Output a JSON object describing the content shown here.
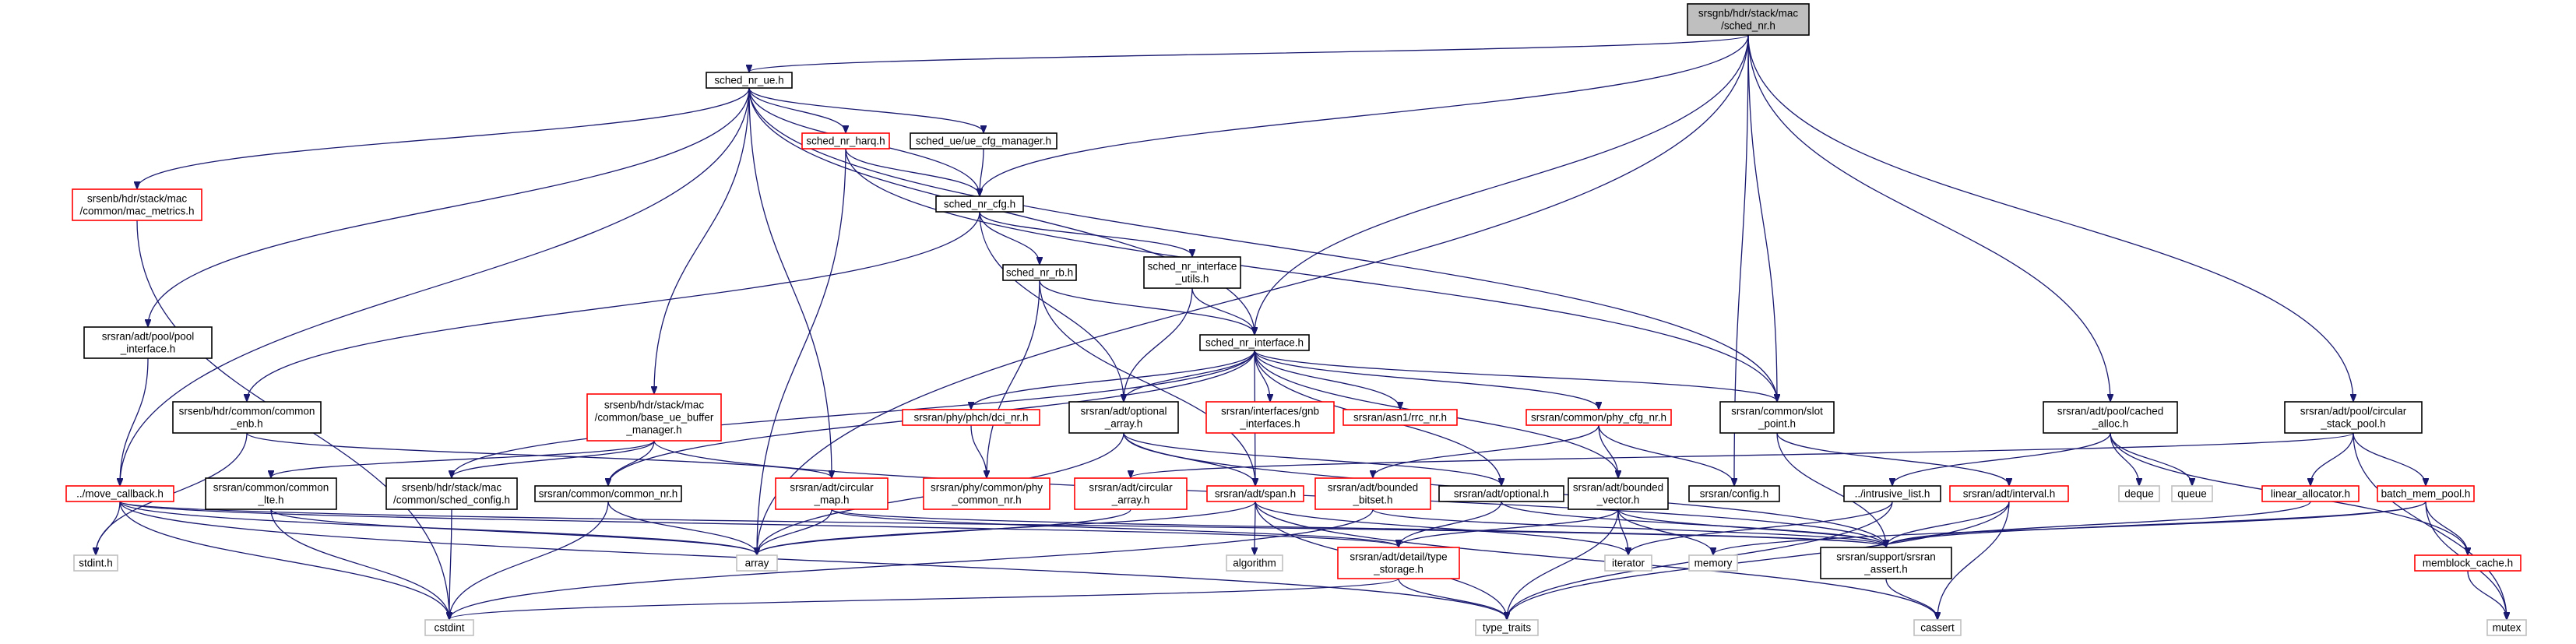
{
  "nodes": [
    {
      "id": "root",
      "lines": [
        "srsgnb/hdr/stack/mac",
        "/sched_nr.h"
      ],
      "style": "root"
    },
    {
      "id": "sched_nr_ue",
      "lines": [
        "sched_nr_ue.h"
      ],
      "style": "normal"
    },
    {
      "id": "mac_metrics",
      "lines": [
        "srsenb/hdr/stack/mac",
        "/common/mac_metrics.h"
      ],
      "style": "red"
    },
    {
      "id": "sched_nr_harq",
      "lines": [
        "sched_nr_harq.h"
      ],
      "style": "red"
    },
    {
      "id": "ue_cfg_manager",
      "lines": [
        "sched_ue/ue_cfg_manager.h"
      ],
      "style": "normal"
    },
    {
      "id": "sched_nr_cfg",
      "lines": [
        "sched_nr_cfg.h"
      ],
      "style": "normal"
    },
    {
      "id": "sched_nr_rb",
      "lines": [
        "sched_nr_rb.h"
      ],
      "style": "normal"
    },
    {
      "id": "sched_nr_interface_utils",
      "lines": [
        "sched_nr_interface",
        "_utils.h"
      ],
      "style": "normal"
    },
    {
      "id": "pool_interface",
      "lines": [
        "srsran/adt/pool/pool",
        "_interface.h"
      ],
      "style": "normal"
    },
    {
      "id": "sched_nr_interface",
      "lines": [
        "sched_nr_interface.h"
      ],
      "style": "normal"
    },
    {
      "id": "common_enb",
      "lines": [
        "srsenb/hdr/common/common",
        "_enb.h"
      ],
      "style": "normal"
    },
    {
      "id": "base_ue_buffer_manager",
      "lines": [
        "srsenb/hdr/stack/mac",
        "/common/base_ue_buffer",
        "_manager.h"
      ],
      "style": "red"
    },
    {
      "id": "dci_nr",
      "lines": [
        "srsran/phy/phch/dci_nr.h"
      ],
      "style": "red"
    },
    {
      "id": "optional_array",
      "lines": [
        "srsran/adt/optional",
        "_array.h"
      ],
      "style": "normal"
    },
    {
      "id": "gnb_interfaces",
      "lines": [
        "srsran/interfaces/gnb",
        "_interfaces.h"
      ],
      "style": "red"
    },
    {
      "id": "rrc_nr",
      "lines": [
        "srsran/asn1/rrc_nr.h"
      ],
      "style": "red"
    },
    {
      "id": "phy_cfg_nr",
      "lines": [
        "srsran/common/phy_cfg_nr.h"
      ],
      "style": "red"
    },
    {
      "id": "slot_point",
      "lines": [
        "srsran/common/slot",
        "_point.h"
      ],
      "style": "normal"
    },
    {
      "id": "cached_alloc",
      "lines": [
        "srsran/adt/pool/cached",
        "_alloc.h"
      ],
      "style": "normal"
    },
    {
      "id": "circular_stack_pool",
      "lines": [
        "srsran/adt/pool/circular",
        "_stack_pool.h"
      ],
      "style": "normal"
    },
    {
      "id": "move_callback",
      "lines": [
        "../move_callback.h"
      ],
      "style": "red"
    },
    {
      "id": "common_lte",
      "lines": [
        "srsran/common/common",
        "_lte.h"
      ],
      "style": "normal"
    },
    {
      "id": "sched_config",
      "lines": [
        "srsenb/hdr/stack/mac",
        "/common/sched_config.h"
      ],
      "style": "normal"
    },
    {
      "id": "common_nr",
      "lines": [
        "srsran/common/common_nr.h"
      ],
      "style": "normal"
    },
    {
      "id": "circular_map",
      "lines": [
        "srsran/adt/circular",
        "_map.h"
      ],
      "style": "red"
    },
    {
      "id": "phy_common_nr",
      "lines": [
        "srsran/phy/common/phy",
        "_common_nr.h"
      ],
      "style": "red"
    },
    {
      "id": "circular_array",
      "lines": [
        "srsran/adt/circular",
        "_array.h"
      ],
      "style": "red"
    },
    {
      "id": "span",
      "lines": [
        "srsran/adt/span.h"
      ],
      "style": "red"
    },
    {
      "id": "bounded_bitset",
      "lines": [
        "srsran/adt/bounded",
        "_bitset.h"
      ],
      "style": "red"
    },
    {
      "id": "optional",
      "lines": [
        "srsran/adt/optional.h"
      ],
      "style": "normal"
    },
    {
      "id": "bounded_vector",
      "lines": [
        "srsran/adt/bounded",
        "_vector.h"
      ],
      "style": "normal"
    },
    {
      "id": "config",
      "lines": [
        "srsran/config.h"
      ],
      "style": "normal"
    },
    {
      "id": "intrusive_list",
      "lines": [
        "../intrusive_list.h"
      ],
      "style": "normal"
    },
    {
      "id": "interval",
      "lines": [
        "srsran/adt/interval.h"
      ],
      "style": "red"
    },
    {
      "id": "deque",
      "lines": [
        "deque"
      ],
      "style": "gray"
    },
    {
      "id": "queue",
      "lines": [
        "queue"
      ],
      "style": "gray"
    },
    {
      "id": "linear_allocator",
      "lines": [
        "linear_allocator.h"
      ],
      "style": "red"
    },
    {
      "id": "batch_mem_pool",
      "lines": [
        "batch_mem_pool.h"
      ],
      "style": "red"
    },
    {
      "id": "stdint",
      "lines": [
        "stdint.h"
      ],
      "style": "gray"
    },
    {
      "id": "array",
      "lines": [
        "array"
      ],
      "style": "gray"
    },
    {
      "id": "algorithm",
      "lines": [
        "algorithm"
      ],
      "style": "gray"
    },
    {
      "id": "type_storage",
      "lines": [
        "srsran/adt/detail/type",
        "_storage.h"
      ],
      "style": "red"
    },
    {
      "id": "iterator",
      "lines": [
        "iterator"
      ],
      "style": "gray"
    },
    {
      "id": "srsran_assert",
      "lines": [
        "srsran/support/srsran",
        "_assert.h"
      ],
      "style": "normal"
    },
    {
      "id": "memory",
      "lines": [
        "memory"
      ],
      "style": "gray"
    },
    {
      "id": "memblock_cache",
      "lines": [
        "memblock_cache.h"
      ],
      "style": "red"
    },
    {
      "id": "cstdint",
      "lines": [
        "cstdint"
      ],
      "style": "gray"
    },
    {
      "id": "type_traits",
      "lines": [
        "type_traits"
      ],
      "style": "gray"
    },
    {
      "id": "cassert",
      "lines": [
        "cassert"
      ],
      "style": "gray"
    },
    {
      "id": "mutex",
      "lines": [
        "mutex"
      ],
      "style": "gray"
    }
  ],
  "edges": [
    [
      "root",
      "sched_nr_ue"
    ],
    [
      "root",
      "array"
    ],
    [
      "root",
      "sched_nr_cfg"
    ],
    [
      "root",
      "sched_nr_interface"
    ],
    [
      "root",
      "slot_point"
    ],
    [
      "root",
      "config"
    ],
    [
      "root",
      "cached_alloc"
    ],
    [
      "root",
      "circular_stack_pool"
    ],
    [
      "sched_nr_ue",
      "mac_metrics"
    ],
    [
      "sched_nr_ue",
      "sched_nr_harq"
    ],
    [
      "sched_nr_ue",
      "ue_cfg_manager"
    ],
    [
      "sched_nr_ue",
      "sched_nr_cfg"
    ],
    [
      "sched_nr_ue",
      "pool_interface"
    ],
    [
      "sched_nr_ue",
      "sched_nr_interface"
    ],
    [
      "sched_nr_ue",
      "base_ue_buffer_manager"
    ],
    [
      "sched_nr_ue",
      "move_callback"
    ],
    [
      "sched_nr_ue",
      "circular_map"
    ],
    [
      "sched_nr_ue",
      "slot_point"
    ],
    [
      "mac_metrics",
      "cstdint"
    ],
    [
      "sched_nr_harq",
      "sched_nr_cfg"
    ],
    [
      "sched_nr_harq",
      "array"
    ],
    [
      "sched_nr_harq",
      "slot_point"
    ],
    [
      "ue_cfg_manager",
      "sched_nr_cfg"
    ],
    [
      "sched_nr_cfg",
      "sched_nr_rb"
    ],
    [
      "sched_nr_cfg",
      "sched_nr_interface_utils"
    ],
    [
      "sched_nr_cfg",
      "common_enb"
    ],
    [
      "sched_nr_cfg",
      "optional_array"
    ],
    [
      "sched_nr_rb",
      "sched_nr_interface"
    ],
    [
      "sched_nr_rb",
      "phy_common_nr"
    ],
    [
      "sched_nr_rb",
      "span"
    ],
    [
      "sched_nr_interface_utils",
      "sched_nr_interface"
    ],
    [
      "sched_nr_interface_utils",
      "optional_array"
    ],
    [
      "pool_interface",
      "move_callback"
    ],
    [
      "sched_nr_interface",
      "dci_nr"
    ],
    [
      "sched_nr_interface",
      "optional_array"
    ],
    [
      "sched_nr_interface",
      "gnb_interfaces"
    ],
    [
      "sched_nr_interface",
      "rrc_nr"
    ],
    [
      "sched_nr_interface",
      "phy_cfg_nr"
    ],
    [
      "sched_nr_interface",
      "slot_point"
    ],
    [
      "sched_nr_interface",
      "sched_config"
    ],
    [
      "sched_nr_interface",
      "common_nr"
    ],
    [
      "sched_nr_interface",
      "span"
    ],
    [
      "sched_nr_interface",
      "optional"
    ],
    [
      "sched_nr_interface",
      "bounded_vector"
    ],
    [
      "common_enb",
      "stdint"
    ],
    [
      "common_enb",
      "circular_map"
    ],
    [
      "base_ue_buffer_manager",
      "common_lte"
    ],
    [
      "base_ue_buffer_manager",
      "sched_config"
    ],
    [
      "base_ue_buffer_manager",
      "common_nr"
    ],
    [
      "base_ue_buffer_manager",
      "srsran_assert"
    ],
    [
      "dci_nr",
      "phy_common_nr"
    ],
    [
      "optional_array",
      "optional"
    ],
    [
      "optional_array",
      "span"
    ],
    [
      "optional_array",
      "array"
    ],
    [
      "optional_array",
      "srsran_assert"
    ],
    [
      "phy_cfg_nr",
      "bounded_vector"
    ],
    [
      "phy_cfg_nr",
      "config"
    ],
    [
      "phy_cfg_nr",
      "bounded_bitset"
    ],
    [
      "slot_point",
      "srsran_assert"
    ],
    [
      "slot_point",
      "interval"
    ],
    [
      "cached_alloc",
      "intrusive_list"
    ],
    [
      "cached_alloc",
      "deque"
    ],
    [
      "cached_alloc",
      "queue"
    ],
    [
      "cached_alloc",
      "memblock_cache"
    ],
    [
      "circular_stack_pool",
      "circular_array"
    ],
    [
      "circular_stack_pool",
      "linear_allocator"
    ],
    [
      "circular_stack_pool",
      "batch_mem_pool"
    ],
    [
      "circular_stack_pool",
      "mutex"
    ],
    [
      "move_callback",
      "stdint"
    ],
    [
      "move_callback",
      "cstdint"
    ],
    [
      "move_callback",
      "array"
    ],
    [
      "move_callback",
      "type_traits"
    ],
    [
      "move_callback",
      "type_storage"
    ],
    [
      "move_callback",
      "srsran_assert"
    ],
    [
      "common_lte",
      "array"
    ],
    [
      "common_lte",
      "cstdint"
    ],
    [
      "sched_config",
      "cstdint"
    ],
    [
      "common_nr",
      "array"
    ],
    [
      "common_nr",
      "cstdint"
    ],
    [
      "circular_map",
      "array"
    ],
    [
      "circular_map",
      "type_storage"
    ],
    [
      "circular_map",
      "srsran_assert"
    ],
    [
      "circular_array",
      "array"
    ],
    [
      "span",
      "array"
    ],
    [
      "span",
      "algorithm"
    ],
    [
      "span",
      "type_traits"
    ],
    [
      "span",
      "cassert"
    ],
    [
      "span",
      "iterator"
    ],
    [
      "bounded_bitset",
      "cstdint"
    ],
    [
      "bounded_bitset",
      "srsran_assert"
    ],
    [
      "optional",
      "type_storage"
    ],
    [
      "optional",
      "srsran_assert"
    ],
    [
      "bounded_vector",
      "type_storage"
    ],
    [
      "bounded_vector",
      "iterator"
    ],
    [
      "bounded_vector",
      "memory"
    ],
    [
      "bounded_vector",
      "srsran_assert"
    ],
    [
      "bounded_vector",
      "type_traits"
    ],
    [
      "intrusive_list",
      "iterator"
    ],
    [
      "intrusive_list",
      "type_traits"
    ],
    [
      "interval",
      "srsran_assert"
    ],
    [
      "interval",
      "cassert"
    ],
    [
      "interval",
      "type_traits"
    ],
    [
      "linear_allocator",
      "srsran_assert"
    ],
    [
      "batch_mem_pool",
      "memblock_cache"
    ],
    [
      "batch_mem_pool",
      "srsran_assert"
    ],
    [
      "batch_mem_pool",
      "mutex"
    ],
    [
      "batch_mem_pool",
      "memory"
    ],
    [
      "memblock_cache",
      "mutex"
    ],
    [
      "type_storage",
      "type_traits"
    ],
    [
      "type_storage",
      "cstdint"
    ],
    [
      "srsran_assert",
      "cassert"
    ]
  ]
}
